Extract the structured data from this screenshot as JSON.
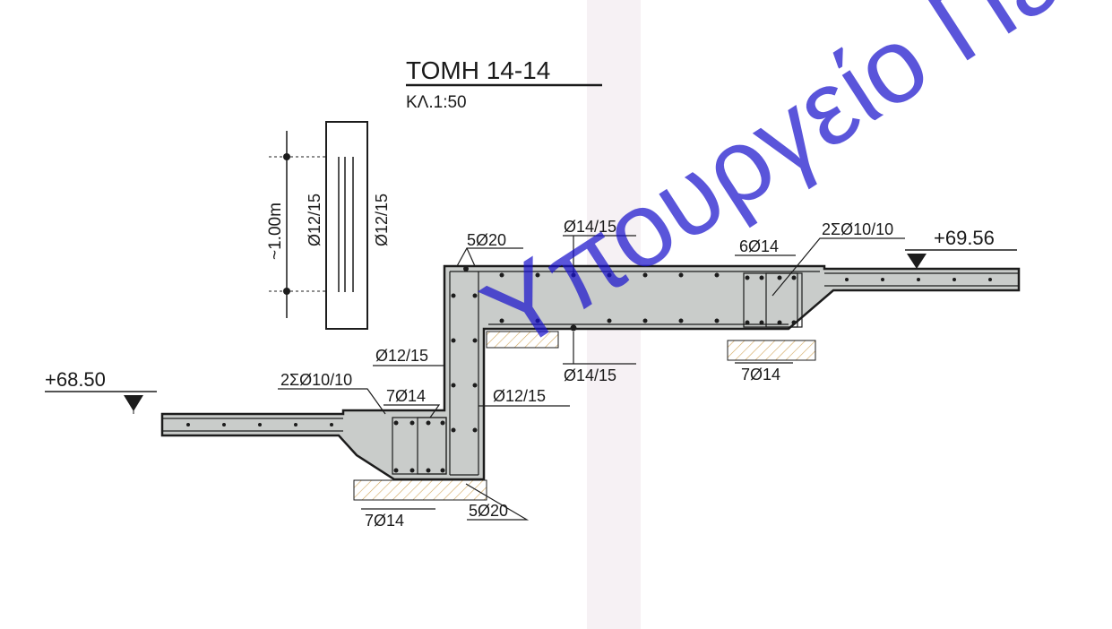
{
  "title": "ΤΟΜΗ 14-14",
  "scale": "ΚΛ.1:50",
  "levels": {
    "low": "+68.50",
    "high": "+69.56"
  },
  "detail": {
    "length": "~1.00m",
    "bar_left": "Ø12/15",
    "bar_right": "Ø12/15"
  },
  "labels": {
    "top_wall": "5Ø20",
    "top_slab_bars": "Ø14/15",
    "bottom_slab_bars": "Ø14/15",
    "right_stirrups": "2ΣØ10/10",
    "right_top_bars": "6Ø14",
    "right_bottom_bars": "7Ø14",
    "wall_bars_left": "Ø12/15",
    "wall_bars_right": "Ø12/15",
    "left_stirrups": "2ΣØ10/10",
    "left_top_bars": "7Ø14",
    "left_bottom_bars": "7Ø14",
    "bottom_wall": "5Ø20"
  },
  "watermark": "Υπουργείο Πε",
  "colors": {
    "concrete": "#c9ccca",
    "line": "#1c1c1c",
    "watermark": "#1a14cc",
    "hatch": "#d8b26a"
  }
}
